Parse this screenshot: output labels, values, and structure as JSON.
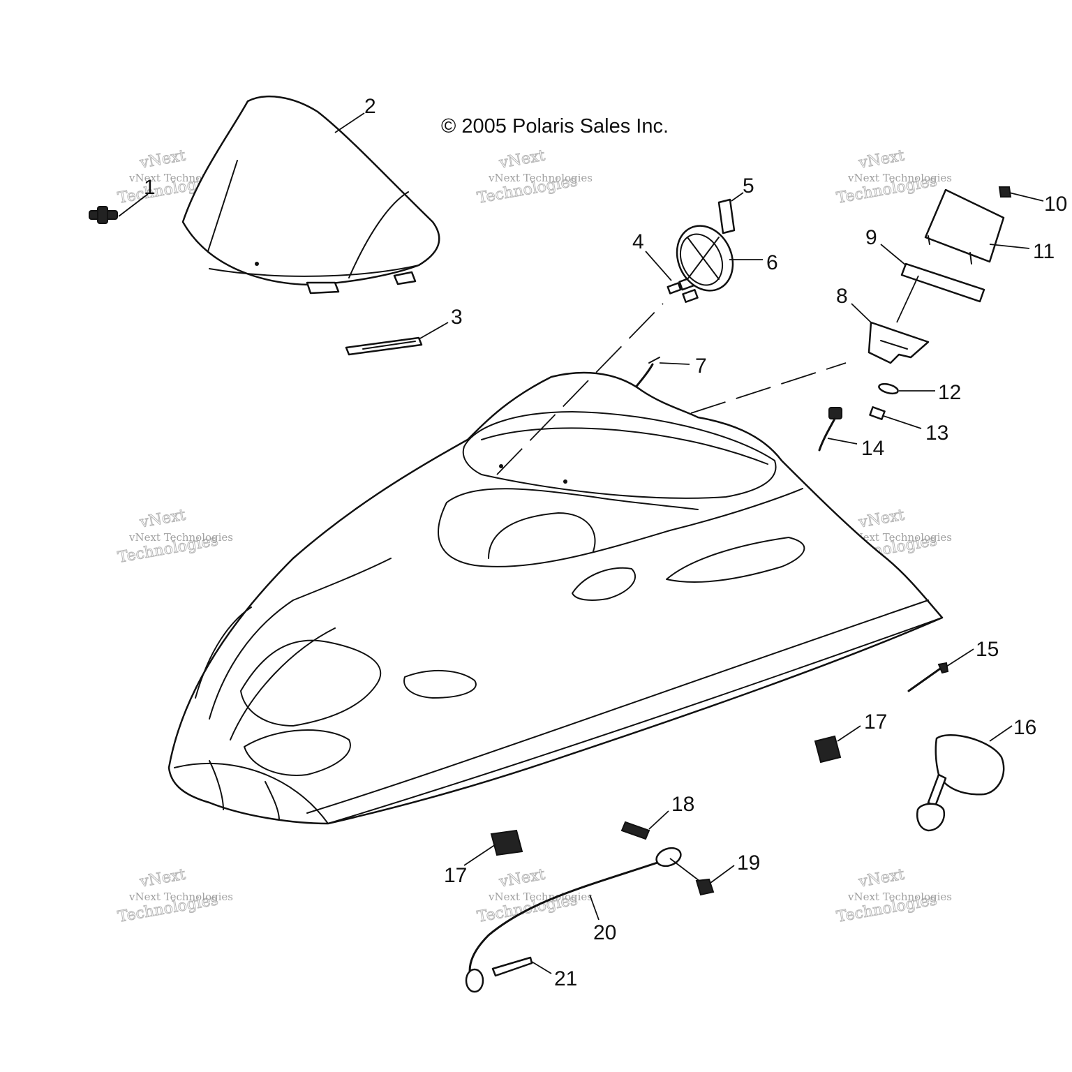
{
  "copyright": "© 2005 Polaris Sales Inc.",
  "watermark": {
    "brand": "vNext",
    "company": "vNext Technologies",
    "word": "Technologies"
  },
  "callouts": [
    {
      "id": "c1",
      "label": "1"
    },
    {
      "id": "c2",
      "label": "2"
    },
    {
      "id": "c3",
      "label": "3"
    },
    {
      "id": "c4",
      "label": "4"
    },
    {
      "id": "c5",
      "label": "5"
    },
    {
      "id": "c6",
      "label": "6"
    },
    {
      "id": "c7",
      "label": "7"
    },
    {
      "id": "c8",
      "label": "8"
    },
    {
      "id": "c9",
      "label": "9"
    },
    {
      "id": "c10",
      "label": "10"
    },
    {
      "id": "c11",
      "label": "11"
    },
    {
      "id": "c12",
      "label": "12"
    },
    {
      "id": "c13",
      "label": "13"
    },
    {
      "id": "c14",
      "label": "14"
    },
    {
      "id": "c15",
      "label": "15"
    },
    {
      "id": "c16",
      "label": "16"
    },
    {
      "id": "c17a",
      "label": "17"
    },
    {
      "id": "c17b",
      "label": "17"
    },
    {
      "id": "c18",
      "label": "18"
    },
    {
      "id": "c19",
      "label": "19"
    },
    {
      "id": "c20",
      "label": "20"
    },
    {
      "id": "c21",
      "label": "21"
    }
  ]
}
